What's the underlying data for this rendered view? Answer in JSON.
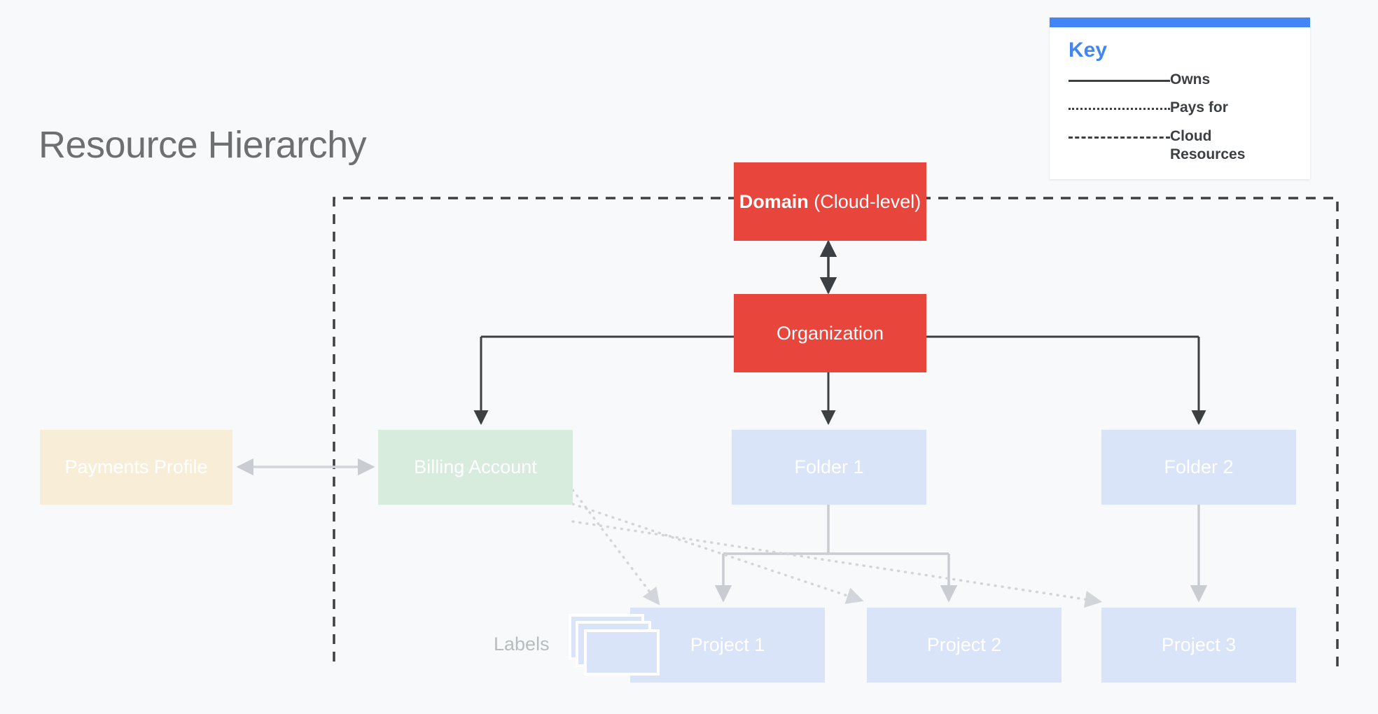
{
  "page": {
    "title": "Resource Hierarchy",
    "background_color": "#f7f9fa"
  },
  "legend": {
    "title": "Key",
    "accent_color": "#4285f4",
    "items": [
      {
        "style": "solid",
        "label": "Owns"
      },
      {
        "style": "dotted",
        "label": "Pays for"
      },
      {
        "style": "dashed",
        "label": "Cloud Resources"
      }
    ]
  },
  "nodes": {
    "domain": {
      "label_bold": "Domain",
      "label_rest": " (Cloud-level)",
      "color": "#e8453c"
    },
    "organization": {
      "label": "Organization",
      "color": "#e8453c"
    },
    "payments_profile": {
      "label": "Payments Profile",
      "color": "#f8eed8"
    },
    "billing_account": {
      "label": "Billing Account",
      "color": "#d7ecdd"
    },
    "folder_1": {
      "label": "Folder 1",
      "color": "#d9e4f8"
    },
    "folder_2": {
      "label": "Folder 2",
      "color": "#d9e4f8"
    },
    "project_1": {
      "label": "Project 1",
      "color": "#d9e4f8"
    },
    "project_2": {
      "label": "Project 2",
      "color": "#d9e4f8"
    },
    "project_3": {
      "label": "Project 3",
      "color": "#d9e4f8"
    },
    "labels": {
      "label": "Labels",
      "color": "#d9e4f8"
    }
  },
  "boundary": {
    "name": "Cloud Resources",
    "style": "dashed",
    "color": "#3c4043"
  },
  "edges": [
    {
      "from": "domain",
      "to": "organization",
      "style": "solid",
      "relation": "Owns",
      "bidirectional": true
    },
    {
      "from": "organization",
      "to": "billing_account",
      "style": "solid",
      "relation": "Owns"
    },
    {
      "from": "organization",
      "to": "folder_1",
      "style": "solid",
      "relation": "Owns"
    },
    {
      "from": "organization",
      "to": "folder_2",
      "style": "solid",
      "relation": "Owns"
    },
    {
      "from": "payments_profile",
      "to": "billing_account",
      "style": "solid",
      "relation": "Owns",
      "bidirectional": true
    },
    {
      "from": "folder_1",
      "to": "project_1",
      "style": "solid",
      "relation": "Owns"
    },
    {
      "from": "folder_1",
      "to": "project_2",
      "style": "solid",
      "relation": "Owns"
    },
    {
      "from": "folder_2",
      "to": "project_3",
      "style": "solid",
      "relation": "Owns"
    },
    {
      "from": "billing_account",
      "to": "project_1",
      "style": "dotted",
      "relation": "Pays for"
    },
    {
      "from": "billing_account",
      "to": "project_2",
      "style": "dotted",
      "relation": "Pays for"
    },
    {
      "from": "billing_account",
      "to": "project_3",
      "style": "dotted",
      "relation": "Pays for"
    }
  ]
}
